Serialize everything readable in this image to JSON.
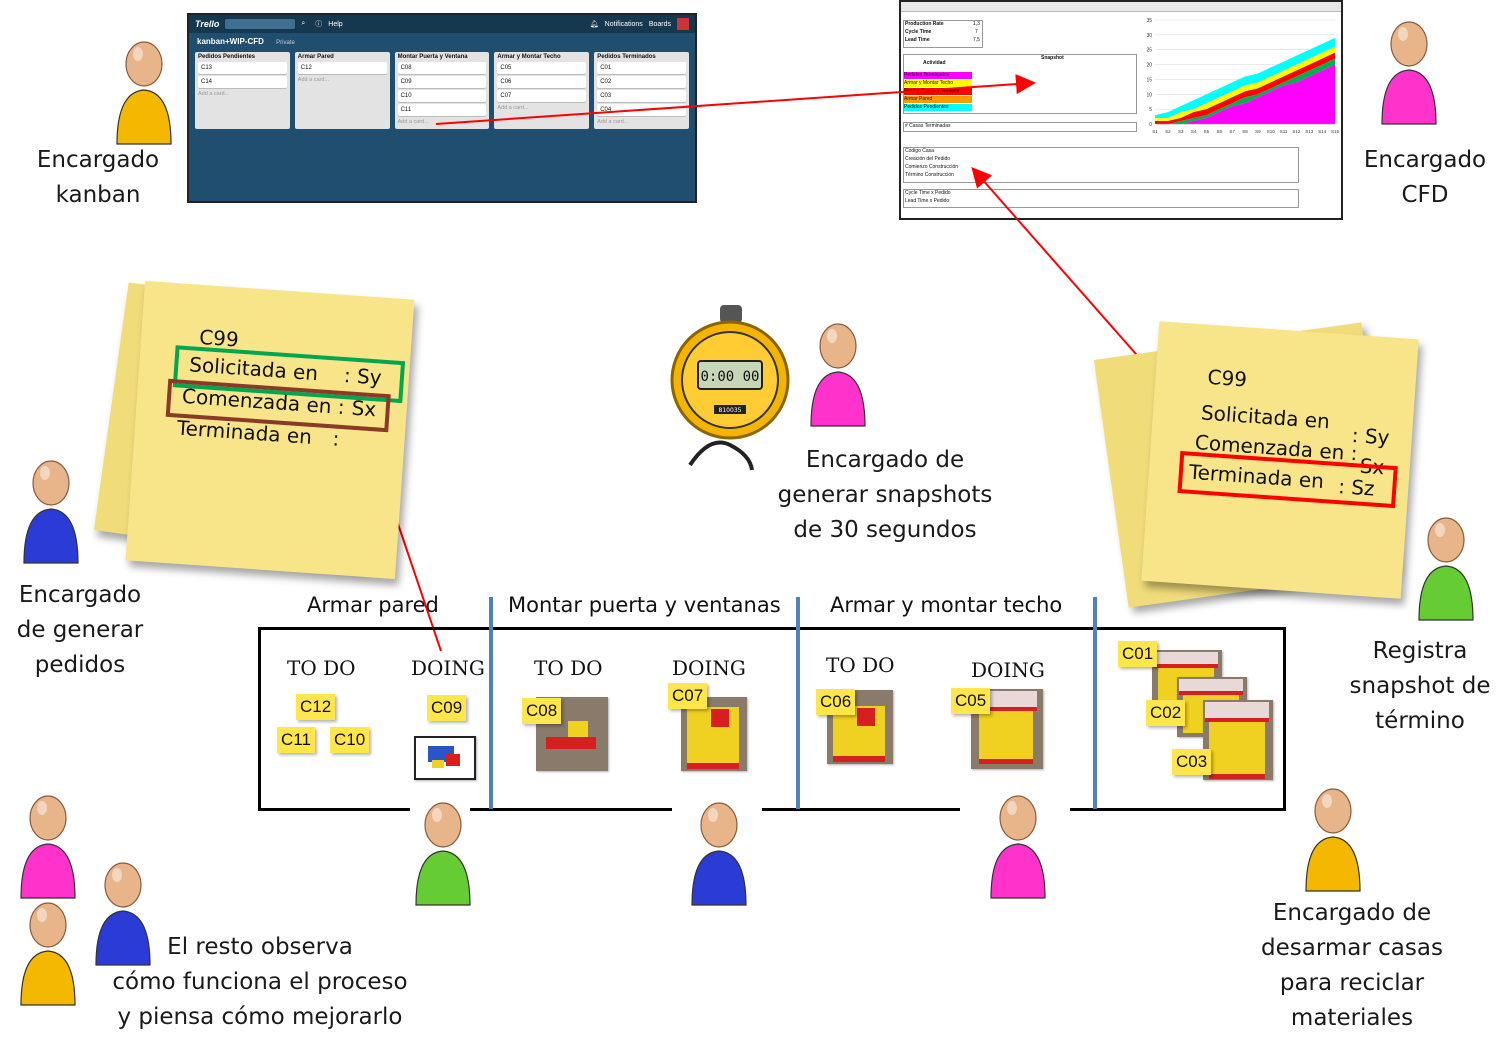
{
  "trello": {
    "logo": "Trello",
    "help": "Help",
    "notifications": "Notifications",
    "boards": "Boards",
    "board_title": "kanban+WIP-CFD",
    "private": "Private",
    "add_card": "Add a card...",
    "lists": [
      {
        "title": "Pedidos Pendientes",
        "cards": [
          "C13",
          "C14"
        ]
      },
      {
        "title": "Armar Pared",
        "cards": [
          "C12"
        ]
      },
      {
        "title": "Montar Puerta y Ventana",
        "cards": [
          "C08",
          "C09",
          "C10",
          "C11"
        ]
      },
      {
        "title": "Armar y Montar Techo",
        "cards": [
          "C05",
          "C06",
          "C07"
        ]
      },
      {
        "title": "Pedidos Terminados",
        "cards": [
          "C01",
          "C02",
          "C03",
          "C04"
        ]
      }
    ]
  },
  "excel": {
    "production_rate_label": "Production Rate",
    "production_rate": "1,3",
    "cycle_time_label": "Cycle Time",
    "cycle_time": "7",
    "lead_time_label": "Lead Time",
    "lead_time": "7,5",
    "snapshot_label": "Snapshot",
    "actividad_label": "Actividad",
    "rows": [
      "Pedidos Terminados",
      "Armar y Montar Techo",
      "Montar Puerta y Ventana",
      "Armar Pared",
      "Pedidos Pendientes"
    ],
    "row_colors": [
      "#ff00ff",
      "#ffff00",
      "#ff0000",
      "#ff9900",
      "#00ffff"
    ],
    "casas_label": "# Casas Terminadas",
    "codigo_label": "Código Casa",
    "creacion_label": "Creación del Pedido",
    "comienzo_label": "Comienzo Construcción",
    "termino_label": "Término Construcción",
    "cycle_pedido_label": "Cycle Time x Pedido",
    "lead_pedido_label": "Lead Time x Pedido"
  },
  "chart_data": {
    "type": "area",
    "x": [
      "S1",
      "S2",
      "S3",
      "S4",
      "S5",
      "S6",
      "S7",
      "S8",
      "S9",
      "S10",
      "S11",
      "S12",
      "S13",
      "S14",
      "S15"
    ],
    "ylim": [
      0,
      35
    ],
    "yticks": [
      "0",
      "5",
      "10",
      "15",
      "20",
      "25",
      "30",
      "35"
    ],
    "series": [
      {
        "color": "#ff00ff",
        "values": [
          0,
          0,
          0,
          1,
          2,
          4,
          6,
          7,
          9,
          11,
          13,
          14,
          16,
          18,
          20
        ]
      },
      {
        "color": "#00b050",
        "values": [
          0,
          0,
          1,
          2,
          3,
          5,
          7,
          9,
          10,
          12,
          14,
          16,
          18,
          20,
          22
        ]
      },
      {
        "color": "#ff0000",
        "values": [
          1,
          1,
          2,
          4,
          5,
          7,
          9,
          11,
          12,
          14,
          16,
          18,
          20,
          22,
          24
        ]
      },
      {
        "color": "#ffff00",
        "values": [
          2,
          2,
          4,
          5,
          7,
          9,
          11,
          13,
          14,
          16,
          18,
          20,
          22,
          24,
          26
        ]
      },
      {
        "color": "#00ffff",
        "values": [
          3,
          4,
          6,
          8,
          10,
          12,
          14,
          16,
          17,
          19,
          21,
          23,
          25,
          27,
          29
        ]
      }
    ]
  },
  "labels": {
    "kanban": [
      "Encargado",
      "kanban"
    ],
    "cfd": [
      "Encargado",
      "CFD"
    ],
    "pedidos": [
      "Encargado",
      "de generar",
      "pedidos"
    ],
    "snapshots": [
      "Encargado de",
      "generar snapshots",
      "de 30 segundos"
    ],
    "registra": [
      "Registra",
      "snapshot de",
      "término"
    ],
    "desarmar": [
      "Encargado de",
      "desarmar casas",
      "para reciclar",
      "materiales"
    ],
    "resto": [
      "El resto observa",
      "cómo funciona el proceso",
      "y piensa cómo mejorarlo"
    ]
  },
  "note_left": {
    "id": "C99",
    "line1": "Solicitada en",
    "line1_val": ": Sy",
    "line2": "Comenzada en :",
    "line2_val": "Sx",
    "line3": "Terminada en",
    "line3_val": ":"
  },
  "note_right": {
    "id": "C99",
    "line1": "Solicitada en",
    "line1_val": ": Sy",
    "line2": "Comenzada en :",
    "line2_val": "Sx",
    "line3": "Terminada en",
    "line3_val": ": Sz"
  },
  "stopwatch": {
    "display": "0:00 00",
    "model": "810035"
  },
  "board": {
    "stages": [
      "Armar pared",
      "Montar puerta y ventanas",
      "Armar y montar techo"
    ],
    "todo": "TO DO",
    "doing": "DOING",
    "tags": {
      "c12": "C12",
      "c11": "C11",
      "c10": "C10",
      "c09": "C09",
      "c08": "C08",
      "c07": "C07",
      "c06": "C06",
      "c05": "C05",
      "c01": "C01",
      "c02": "C02",
      "c03": "C03"
    }
  },
  "colors": {
    "arrow": "#ff0000",
    "green_box": "#00a650",
    "brown_box": "#8b3a2a",
    "red_box": "#ff0000",
    "separator": "#4f81bd",
    "note": "#f8e58a",
    "tag": "#ffe64d"
  }
}
